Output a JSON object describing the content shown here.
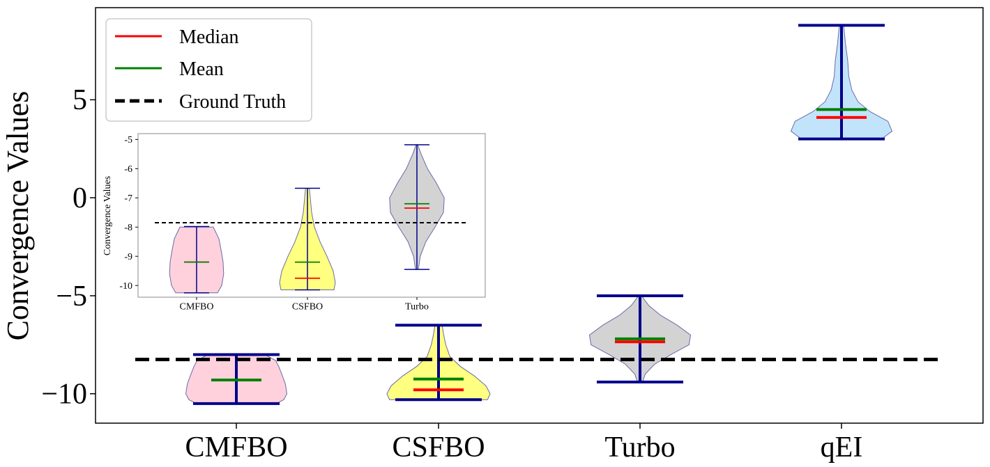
{
  "chart_data": [
    {
      "type": "violin",
      "ylabel": "Convergence Values",
      "ylim": [
        -11.5,
        9.7
      ],
      "yticks": [
        -10,
        -5,
        0,
        5
      ],
      "ytick_labels": [
        "−10",
        "−5",
        "0",
        "5"
      ],
      "categories": [
        "CMFBO",
        "CSFBO",
        "Turbo",
        "qEI"
      ],
      "ground_truth": -8.25,
      "colors": {
        "fills": [
          "#ffd1dc",
          "#ffff80",
          "#d3d3d3",
          "#c2e4fb"
        ],
        "whisker": "#00008b",
        "median": "#ff0000",
        "mean": "#008000",
        "ground_truth": "#000000"
      },
      "legend": {
        "placement": "upper-left",
        "entries": [
          {
            "label": "Median",
            "style": "line",
            "color": "#ff0000"
          },
          {
            "label": "Mean",
            "style": "line",
            "color": "#008000"
          },
          {
            "label": "Ground Truth",
            "style": "dashed",
            "color": "#000000"
          }
        ]
      },
      "series": [
        {
          "category": "CMFBO",
          "min": -10.5,
          "max": -8.0,
          "median": -9.3,
          "mean": -9.3,
          "density": [
            [
              -10.5,
              0.78
            ],
            [
              -10.3,
              0.92
            ],
            [
              -10.0,
              0.98
            ],
            [
              -9.5,
              0.95
            ],
            [
              -9.0,
              0.88
            ],
            [
              -8.6,
              0.82
            ],
            [
              -8.3,
              0.76
            ],
            [
              -8.0,
              0.55
            ]
          ]
        },
        {
          "category": "CSFBO",
          "min": -10.3,
          "max": -6.5,
          "median": -9.8,
          "mean": -9.25,
          "density": [
            [
              -10.3,
              0.95
            ],
            [
              -10.0,
              1.0
            ],
            [
              -9.6,
              0.92
            ],
            [
              -9.1,
              0.7
            ],
            [
              -8.6,
              0.42
            ],
            [
              -8.1,
              0.22
            ],
            [
              -7.5,
              0.14
            ],
            [
              -7.0,
              0.1
            ],
            [
              -6.5,
              0.07
            ]
          ]
        },
        {
          "category": "Turbo",
          "min": -9.4,
          "max": -5.0,
          "median": -7.35,
          "mean": -7.2,
          "density": [
            [
              -9.4,
              0.05
            ],
            [
              -9.0,
              0.1
            ],
            [
              -8.5,
              0.28
            ],
            [
              -8.0,
              0.6
            ],
            [
              -7.5,
              0.95
            ],
            [
              -7.0,
              0.98
            ],
            [
              -6.5,
              0.72
            ],
            [
              -6.0,
              0.4
            ],
            [
              -5.5,
              0.17
            ],
            [
              -5.0,
              0.03
            ]
          ]
        },
        {
          "category": "qEI",
          "min": 3.0,
          "max": 8.8,
          "median": 4.1,
          "mean": 4.5,
          "density": [
            [
              3.0,
              0.78
            ],
            [
              3.4,
              0.98
            ],
            [
              3.9,
              0.9
            ],
            [
              4.4,
              0.55
            ],
            [
              4.9,
              0.32
            ],
            [
              5.5,
              0.2
            ],
            [
              6.2,
              0.14
            ],
            [
              7.0,
              0.12
            ],
            [
              7.8,
              0.08
            ],
            [
              8.8,
              0.04
            ]
          ]
        }
      ]
    },
    {
      "type": "violin",
      "ylabel": "Convergence Values",
      "ylim": [
        -10.4,
        -4.8
      ],
      "yticks": [
        -10,
        -9,
        -8,
        -7,
        -6,
        -5
      ],
      "ytick_labels": [
        "-10",
        "-9",
        "-8",
        "-7",
        "-6",
        "-5"
      ],
      "categories": [
        "CMFBO",
        "CSFBO",
        "Turbo"
      ],
      "ground_truth": -7.85,
      "series": [
        {
          "category": "CMFBO",
          "min": -10.25,
          "max": -7.98,
          "median": -9.2,
          "mean": -9.2,
          "density": [
            [
              -10.25,
              0.75
            ],
            [
              -10.0,
              0.9
            ],
            [
              -9.6,
              0.97
            ],
            [
              -9.2,
              0.95
            ],
            [
              -8.8,
              0.88
            ],
            [
              -8.4,
              0.8
            ],
            [
              -8.0,
              0.6
            ]
          ]
        },
        {
          "category": "CSFBO",
          "min": -10.15,
          "max": -6.67,
          "median": -9.75,
          "mean": -9.2,
          "density": [
            [
              -10.15,
              0.95
            ],
            [
              -9.9,
              1.0
            ],
            [
              -9.5,
              0.92
            ],
            [
              -9.0,
              0.7
            ],
            [
              -8.5,
              0.45
            ],
            [
              -8.0,
              0.25
            ],
            [
              -7.5,
              0.15
            ],
            [
              -7.0,
              0.1
            ],
            [
              -6.67,
              0.07
            ]
          ]
        },
        {
          "category": "Turbo",
          "min": -9.45,
          "max": -5.18,
          "median": -7.35,
          "mean": -7.2,
          "density": [
            [
              -9.45,
              0.05
            ],
            [
              -9.0,
              0.12
            ],
            [
              -8.5,
              0.32
            ],
            [
              -8.0,
              0.65
            ],
            [
              -7.5,
              0.95
            ],
            [
              -7.0,
              0.98
            ],
            [
              -6.5,
              0.7
            ],
            [
              -6.0,
              0.38
            ],
            [
              -5.5,
              0.15
            ],
            [
              -5.18,
              0.03
            ]
          ]
        }
      ]
    }
  ]
}
